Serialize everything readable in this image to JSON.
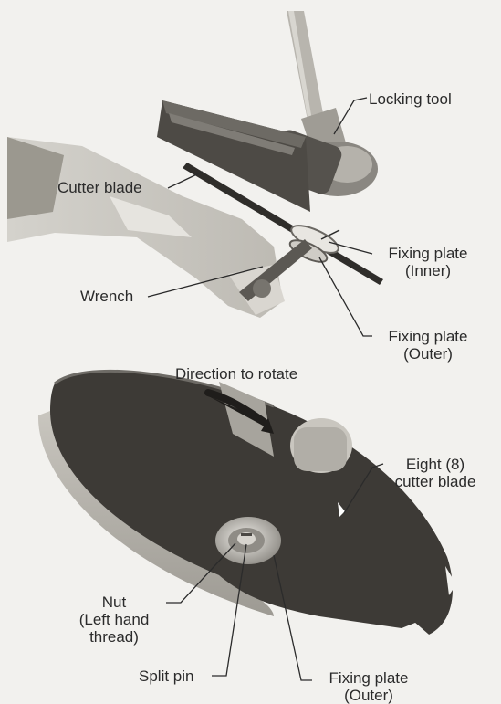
{
  "labels": {
    "locking_tool": "Locking tool",
    "cutter_blade": "Cutter blade",
    "fixing_plate_inner_1": "Fixing plate",
    "fixing_plate_inner_2": "(Inner)",
    "wrench": "Wrench",
    "fixing_plate_outer_top_1": "Fixing plate",
    "fixing_plate_outer_top_2": "(Outer)",
    "direction_to_rotate": "Direction to rotate",
    "eight_cutter_1": "Eight (8)",
    "eight_cutter_2": "cutter blade",
    "nut_1": "Nut",
    "nut_2": "(Left hand",
    "nut_3": "thread)",
    "split_pin": "Split pin",
    "fixing_plate_outer_bottom_1": "Fixing plate",
    "fixing_plate_outer_bottom_2": "(Outer)"
  }
}
